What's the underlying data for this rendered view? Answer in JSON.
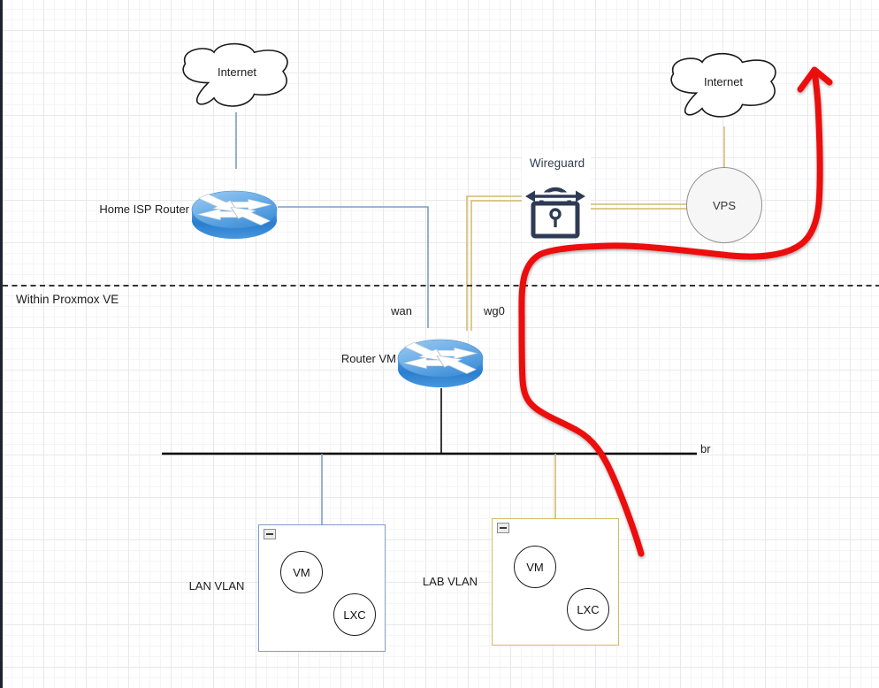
{
  "labels": {
    "internet_left": "Internet",
    "internet_right": "Internet",
    "home_isp_router": "Home ISP Router",
    "router_vm": "Router VM",
    "wireguard": "Wireguard",
    "wan": "wan",
    "wg0": "wg0",
    "vps": "VPS",
    "within_proxmox": "Within Proxmox VE",
    "bridge": "br",
    "lan_vlan": "LAN VLAN",
    "lab_vlan": "LAB VLAN",
    "lan_vm": "VM",
    "lan_lxc": "LXC",
    "lab_vm": "VM",
    "lab_lxc": "LXC"
  },
  "icons": {
    "internet": "cloud-icon",
    "home_isp_router": "cisco-router-icon",
    "router_vm": "cisco-router-icon",
    "wireguard": "padlock-arrows-icon",
    "vlan_collapse": "collapse-minus-icon"
  },
  "colors": {
    "connector_wan_blue": "#7d9cc8",
    "connector_tunnel_tan": "#d2b96d",
    "lan_vlan_border": "#7e9cc6",
    "lab_vlan_border": "#d6ba66",
    "annotation_red": "#ec1010",
    "wireguard_icon_navy": "#2e3b55",
    "router_fill_blue": "#3d96e0",
    "bus_black": "#000000"
  }
}
